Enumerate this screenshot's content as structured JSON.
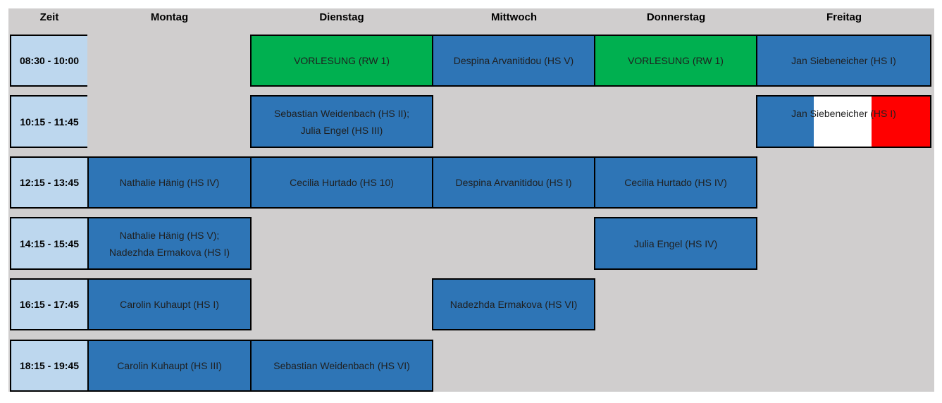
{
  "headers": {
    "zeit": "Zeit",
    "montag": "Montag",
    "dienstag": "Dienstag",
    "mittwoch": "Mittwoch",
    "donnerstag": "Donnerstag",
    "freitag": "Freitag"
  },
  "times": [
    "08:30 - 10:00",
    "10:15 - 11:45",
    "12:15 - 13:45",
    "14:15 - 15:45",
    "16:15 - 17:45",
    "18:15 - 19:45"
  ],
  "slots": {
    "r1_dienstag": "VORLESUNG (RW 1)",
    "r1_mittwoch": "Despina Arvanitidou (HS V)",
    "r1_donnerstag": "VORLESUNG (RW 1)",
    "r1_freitag": "Jan Siebeneicher (HS I)",
    "r2_dienstag": "Sebastian Weidenbach (HS II);\nJulia Engel (HS III)",
    "r2_freitag": "Jan Siebeneicher (HS I)",
    "r3_montag": "Nathalie Hänig (HS IV)",
    "r3_dienstag": "Cecilia Hurtado (HS 10)",
    "r3_mittwoch": "Despina Arvanitidou (HS I)",
    "r3_donnerstag": "Cecilia Hurtado (HS IV)",
    "r4_montag": "Nathalie Hänig (HS V);\nNadezhda Ermakova (HS I)",
    "r4_donnerstag": "Julia Engel (HS IV)",
    "r5_montag": "Carolin Kuhaupt (HS I)",
    "r5_mittwoch": "Nadezhda Ermakova (HS VI)",
    "r6_montag": "Carolin Kuhaupt (HS III)",
    "r6_dienstag": "Sebastian Weidenbach (HS VI)"
  },
  "colors": {
    "background": "#d0cece",
    "time_cell": "#bdd7ee",
    "session_blue": "#2e75b6",
    "lecture_green": "#00b050",
    "flag_white": "#ffffff",
    "flag_red": "#ff0000"
  }
}
